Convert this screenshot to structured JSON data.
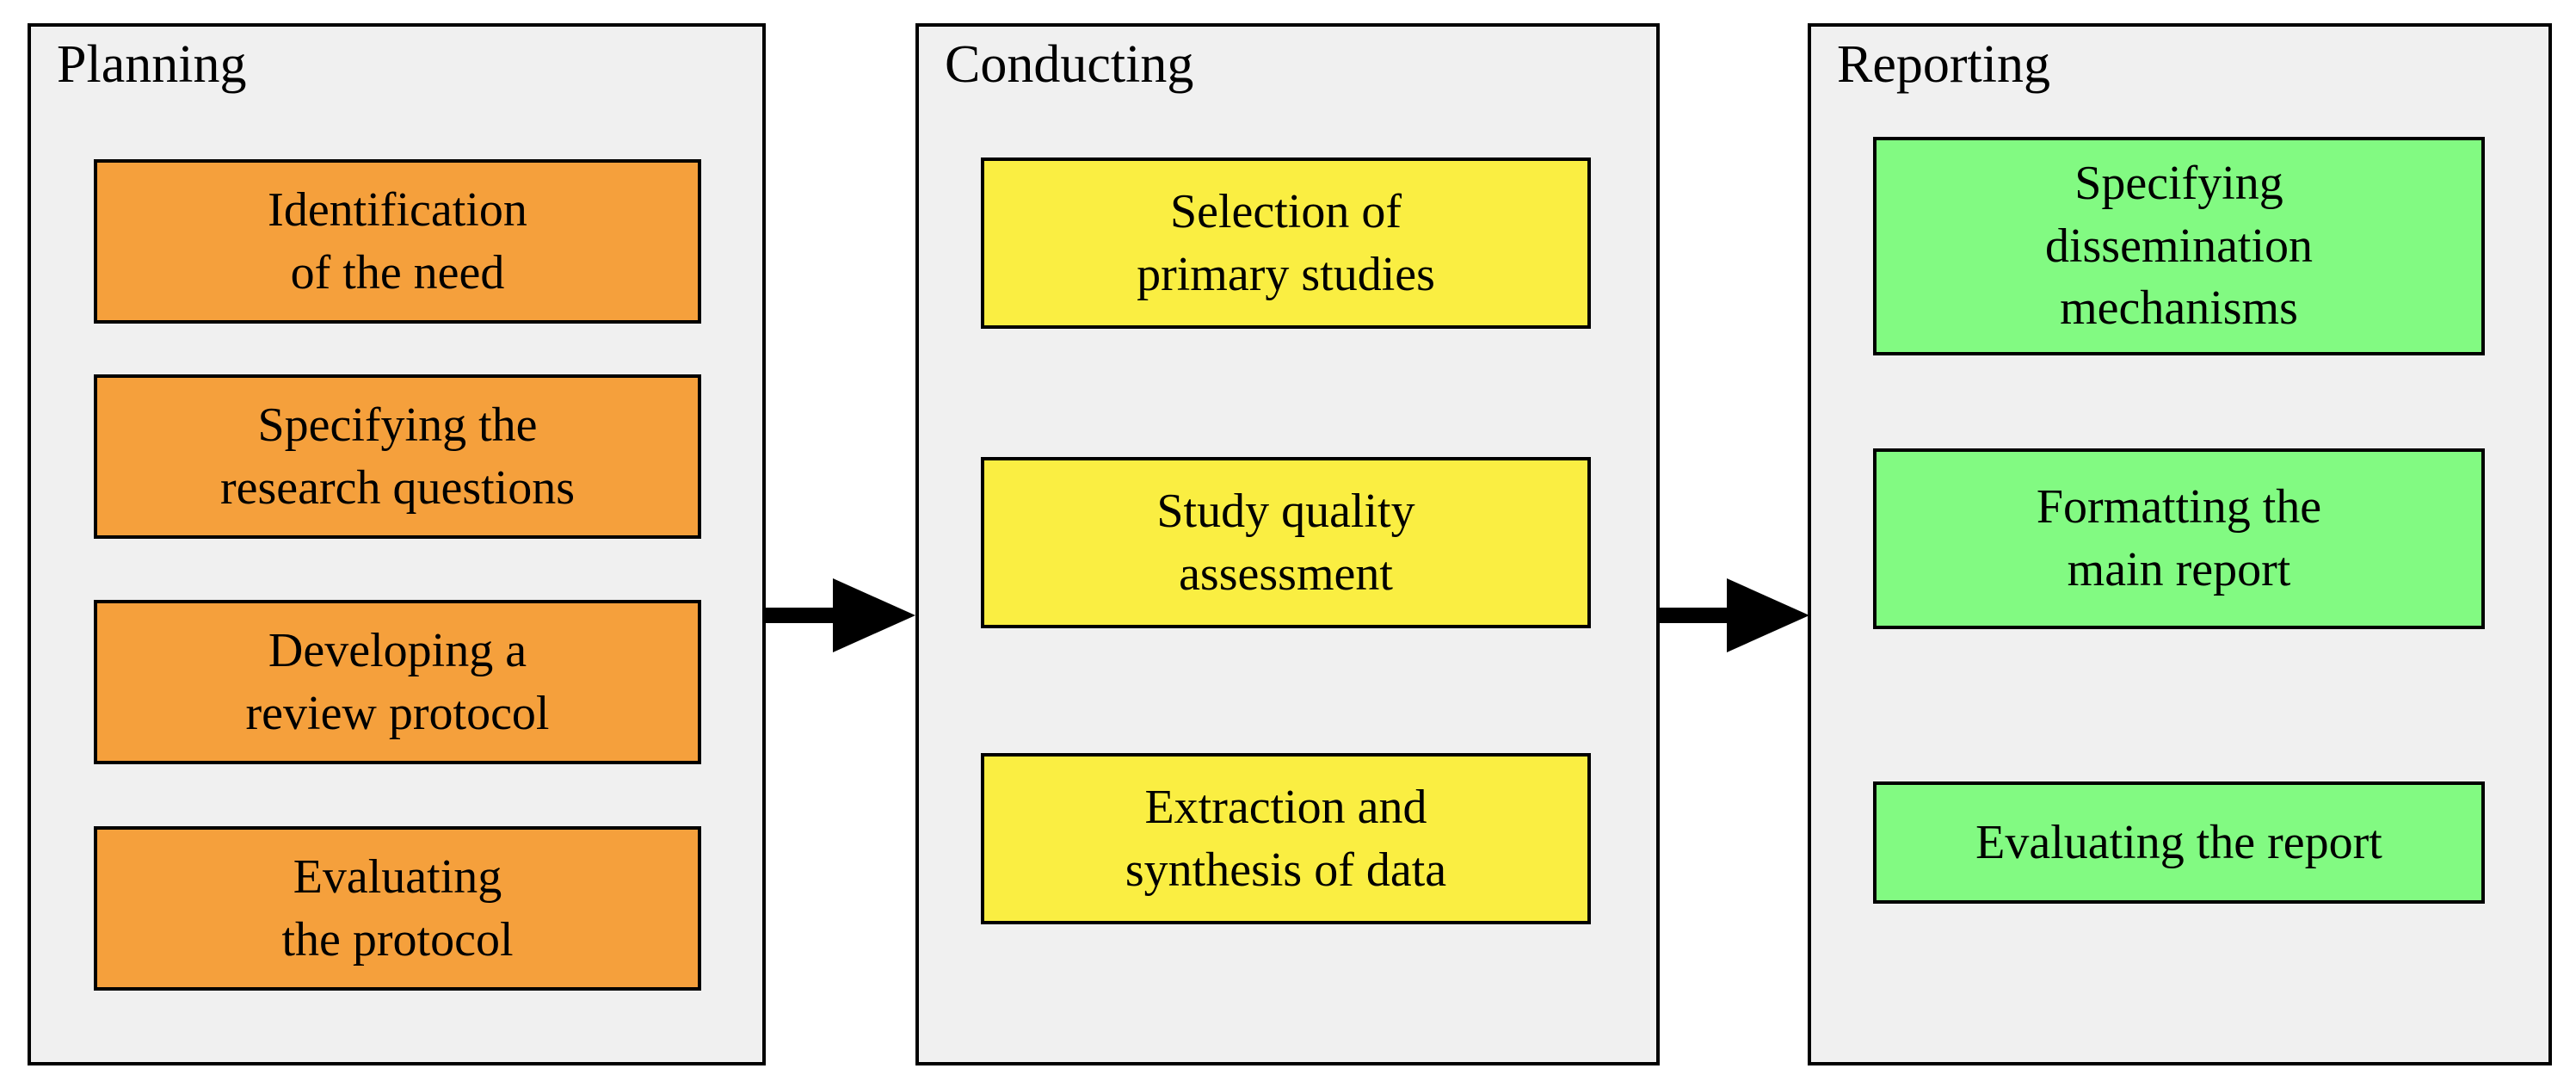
{
  "page": {
    "background": "#ffffff",
    "panel_fill": "#f0f0f0",
    "border_color": "#000000",
    "arrow_color": "#000000"
  },
  "phases": [
    {
      "title": "Planning",
      "step_color": "#f5a03c",
      "steps": [
        {
          "lines": [
            "Identification",
            "of the need"
          ]
        },
        {
          "lines": [
            "Specifying the",
            "research questions"
          ]
        },
        {
          "lines": [
            "Developing a",
            "review protocol"
          ]
        },
        {
          "lines": [
            "Evaluating",
            "the protocol"
          ]
        }
      ]
    },
    {
      "title": "Conducting",
      "step_color": "#faee42",
      "steps": [
        {
          "lines": [
            "Selection of",
            "primary studies"
          ]
        },
        {
          "lines": [
            "Study quality",
            "assessment"
          ]
        },
        {
          "lines": [
            "Extraction and",
            "synthesis of data"
          ]
        }
      ]
    },
    {
      "title": "Reporting",
      "step_color": "#82fa82",
      "steps": [
        {
          "lines": [
            "Specifying",
            "dissemination",
            "mechanisms"
          ]
        },
        {
          "lines": [
            "Formatting the",
            "main report"
          ]
        },
        {
          "lines": [
            "Evaluating the report"
          ]
        }
      ]
    }
  ],
  "arrows": [
    {
      "name": "planning-to-conducting"
    },
    {
      "name": "conducting-to-reporting"
    }
  ]
}
